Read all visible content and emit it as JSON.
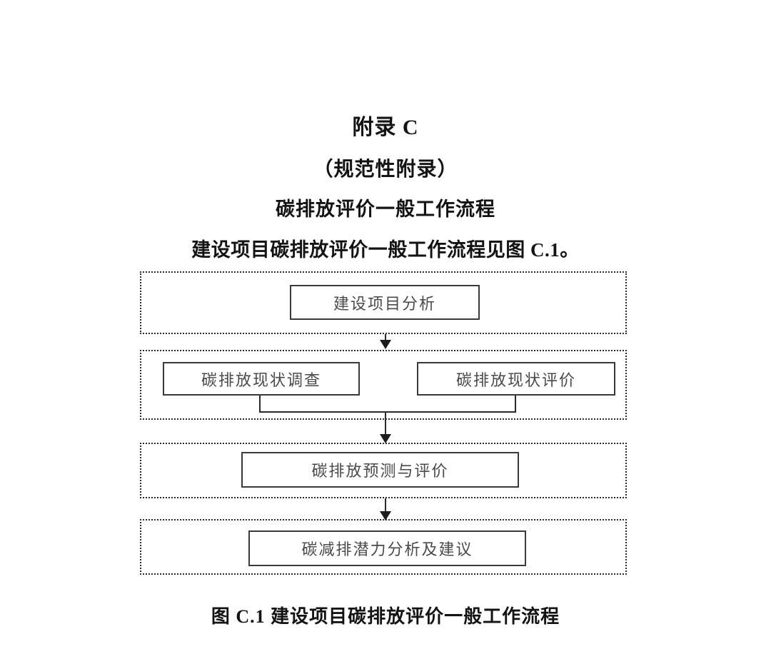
{
  "document": {
    "appendix_title": "附录 C",
    "appendix_subtitle": "（规范性附录）",
    "appendix_heading": "碳排放评价一般工作流程",
    "body_line": "建设项目碳排放评价一般工作流程见图 C.1。",
    "figure_caption": "图 C.1  建设项目碳排放评价一般工作流程"
  },
  "flowchart": {
    "stages": [
      {
        "id": "stage-1",
        "nodes": [
          {
            "id": "node-analysis",
            "label": "建设项目分析"
          }
        ]
      },
      {
        "id": "stage-2",
        "nodes": [
          {
            "id": "node-survey",
            "label": "碳排放现状调查"
          },
          {
            "id": "node-assess",
            "label": "碳排放现状评价"
          }
        ]
      },
      {
        "id": "stage-3",
        "nodes": [
          {
            "id": "node-forecast",
            "label": "碳排放预测与评价"
          }
        ]
      },
      {
        "id": "stage-4",
        "nodes": [
          {
            "id": "node-reduction",
            "label": "碳减排潜力分析及建议"
          }
        ]
      }
    ],
    "connectors": [
      {
        "id": "connector-1",
        "from": "node-analysis",
        "to": "stage-2",
        "type": "arrow-down"
      },
      {
        "id": "connector-2",
        "from": "stage-2",
        "to": "node-forecast",
        "type": "merge-arrow-down"
      },
      {
        "id": "connector-3",
        "from": "node-forecast",
        "to": "node-reduction",
        "type": "arrow-down"
      }
    ],
    "colors": {
      "node_border": "#3a3a3a",
      "node_text": "#4a4a4a",
      "stage_border": "#2b2b2b",
      "connector": "#2b2b2b",
      "page_background": "#ffffff"
    }
  }
}
